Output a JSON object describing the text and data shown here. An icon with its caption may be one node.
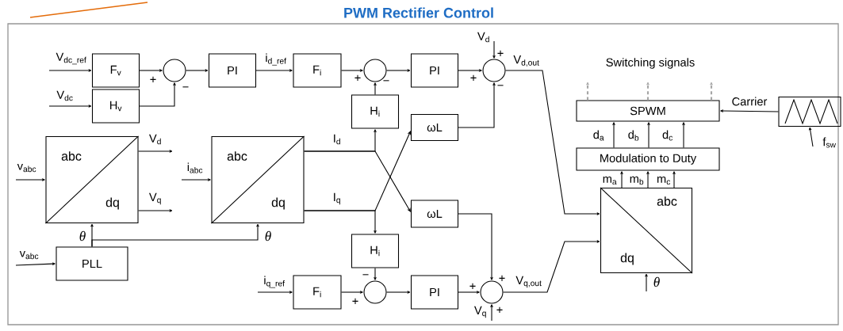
{
  "diagram": {
    "title": "PWM Rectifier Control",
    "nodes": [
      {
        "text": [
          "F$_{v}$"
        ]
      },
      {
        "text": [
          "H$_{v}$"
        ]
      },
      {
        "text": [],
        "shape": "circle"
      },
      {
        "text": [
          "PI"
        ]
      },
      {
        "text": [
          "F$_{i}$"
        ]
      },
      {
        "text": [],
        "shape": "circle"
      },
      {
        "text": [
          "PI"
        ]
      },
      {
        "text": [],
        "shape": "circle"
      },
      {
        "text": [
          "H$_{i}$"
        ]
      },
      {
        "text": [
          "ωL"
        ]
      },
      {
        "text": [
          "abc",
          "dq"
        ]
      },
      {
        "text": [
          "abc",
          "dq"
        ]
      },
      {
        "text": [
          "PLL"
        ]
      },
      {
        "text": [
          "ωL"
        ]
      },
      {
        "text": [
          "H$_{i}$"
        ]
      },
      {
        "text": [
          "F$_{i}$"
        ]
      },
      {
        "text": [],
        "shape": "circle"
      },
      {
        "text": [
          "PI"
        ]
      },
      {
        "text": [],
        "shape": "circle"
      },
      {
        "text": [
          "SPWM"
        ]
      },
      {
        "text": [
          "Modulation to Duty"
        ]
      },
      {
        "text": [
          "abc",
          "dq"
        ]
      },
      {
        "text": [],
        "shape": "box"
      }
    ],
    "edges": [
      {
        "from": null,
        "to": 0,
        "arrow": "to",
        "label": "V$_{dc_ref}$"
      },
      {
        "from": null,
        "to": 1,
        "arrow": "to",
        "label": "V$_{dc}$"
      },
      {
        "from": 0,
        "to": 2,
        "arrow": "to"
      },
      {
        "from": 1,
        "to": 2,
        "arrow": "to"
      },
      {
        "from": 2,
        "to": 3,
        "arrow": "to"
      },
      {
        "from": 3,
        "to": 4,
        "arrow": "to",
        "label": "i$_{d_ref}$"
      },
      {
        "from": 4,
        "to": 5,
        "arrow": "to"
      },
      {
        "from": 8,
        "to": 5,
        "arrow": "to"
      },
      {
        "from": 5,
        "to": 6,
        "arrow": "to"
      },
      {
        "from": 6,
        "to": 7,
        "arrow": "to"
      },
      {
        "from": null,
        "to": 7,
        "arrow": "to",
        "label": "V$_{d}$"
      },
      {
        "from": 9,
        "to": 7,
        "arrow": "to"
      },
      {
        "from": 7,
        "to": 21,
        "arrow": "to",
        "label": "V$_{d,out}$"
      },
      {
        "from": 10,
        "to": null,
        "arrow": "to",
        "label": "V$_{d}$"
      },
      {
        "from": 10,
        "to": null,
        "arrow": "to",
        "label": "V$_{q}$"
      },
      {
        "from": null,
        "to": 10,
        "arrow": "to",
        "label": "v$_{abc}$"
      },
      {
        "from": null,
        "to": 11,
        "arrow": "to",
        "label": "i$_{abc}$"
      },
      {
        "from": null,
        "to": 12,
        "arrow": "to",
        "label": "v$_{abc}$"
      },
      {
        "from": 12,
        "to": 10,
        "arrow": "to",
        "label": "θ"
      },
      {
        "from": 12,
        "to": 11,
        "arrow": "to",
        "label": "θ"
      },
      {
        "from": 11,
        "to": 8,
        "arrow": "to",
        "label": "I$_{d}$"
      },
      {
        "from": 11,
        "to": 13,
        "arrow": "to"
      },
      {
        "from": 11,
        "to": 14,
        "arrow": "to",
        "label": "I$_{q}$"
      },
      {
        "from": 11,
        "to": 9,
        "arrow": "to"
      },
      {
        "from": null,
        "to": 15,
        "arrow": "to",
        "label": "i$_{q_ref}$"
      },
      {
        "from": 15,
        "to": 16,
        "arrow": "to"
      },
      {
        "from": 14,
        "to": 16,
        "arrow": "to"
      },
      {
        "from": 16,
        "to": 17,
        "arrow": "to"
      },
      {
        "from": 17,
        "to": 18,
        "arrow": "to"
      },
      {
        "from": 13,
        "to": 18,
        "arrow": "to"
      },
      {
        "from": null,
        "to": 18,
        "arrow": "to",
        "label": "V$_{q}$"
      },
      {
        "from": 18,
        "to": 21,
        "arrow": "to",
        "label": "V$_{q,out}$"
      },
      {
        "from": 21,
        "to": 20,
        "arrow": "to",
        "label": "m$_{a}$"
      },
      {
        "from": 21,
        "to": 20,
        "arrow": "to",
        "label": "m$_{b}$"
      },
      {
        "from": 21,
        "to": 20,
        "arrow": "to",
        "label": "m$_{c}$"
      },
      {
        "from": 20,
        "to": 19,
        "arrow": "to",
        "label": "d$_{a}$"
      },
      {
        "from": 20,
        "to": 19,
        "arrow": "to",
        "label": "d$_{b}$"
      },
      {
        "from": 20,
        "to": 19,
        "arrow": "to",
        "label": "d$_{c}$"
      },
      {
        "from": 19,
        "to": null,
        "arrow": "to",
        "style": "dashed",
        "color": "#a6a6a6"
      },
      {
        "from": 19,
        "to": null,
        "arrow": "to",
        "style": "dashed",
        "color": "#a6a6a6"
      },
      {
        "from": 19,
        "to": null,
        "arrow": "to",
        "style": "dashed",
        "color": "#a6a6a6"
      },
      {
        "from": 22,
        "to": 19,
        "arrow": "to",
        "label": "Carrier"
      },
      {
        "from": null,
        "to": 22,
        "arrow": "to",
        "label": "f$_{sw}$"
      },
      {
        "from": null,
        "to": 21,
        "arrow": "to",
        "label": "θ"
      }
    ],
    "labels": [
      "+",
      "Switching signals",
      "+",
      "−",
      "+",
      "−",
      "+",
      "−",
      "−",
      "+",
      "+",
      "+",
      "+"
    ]
  }
}
